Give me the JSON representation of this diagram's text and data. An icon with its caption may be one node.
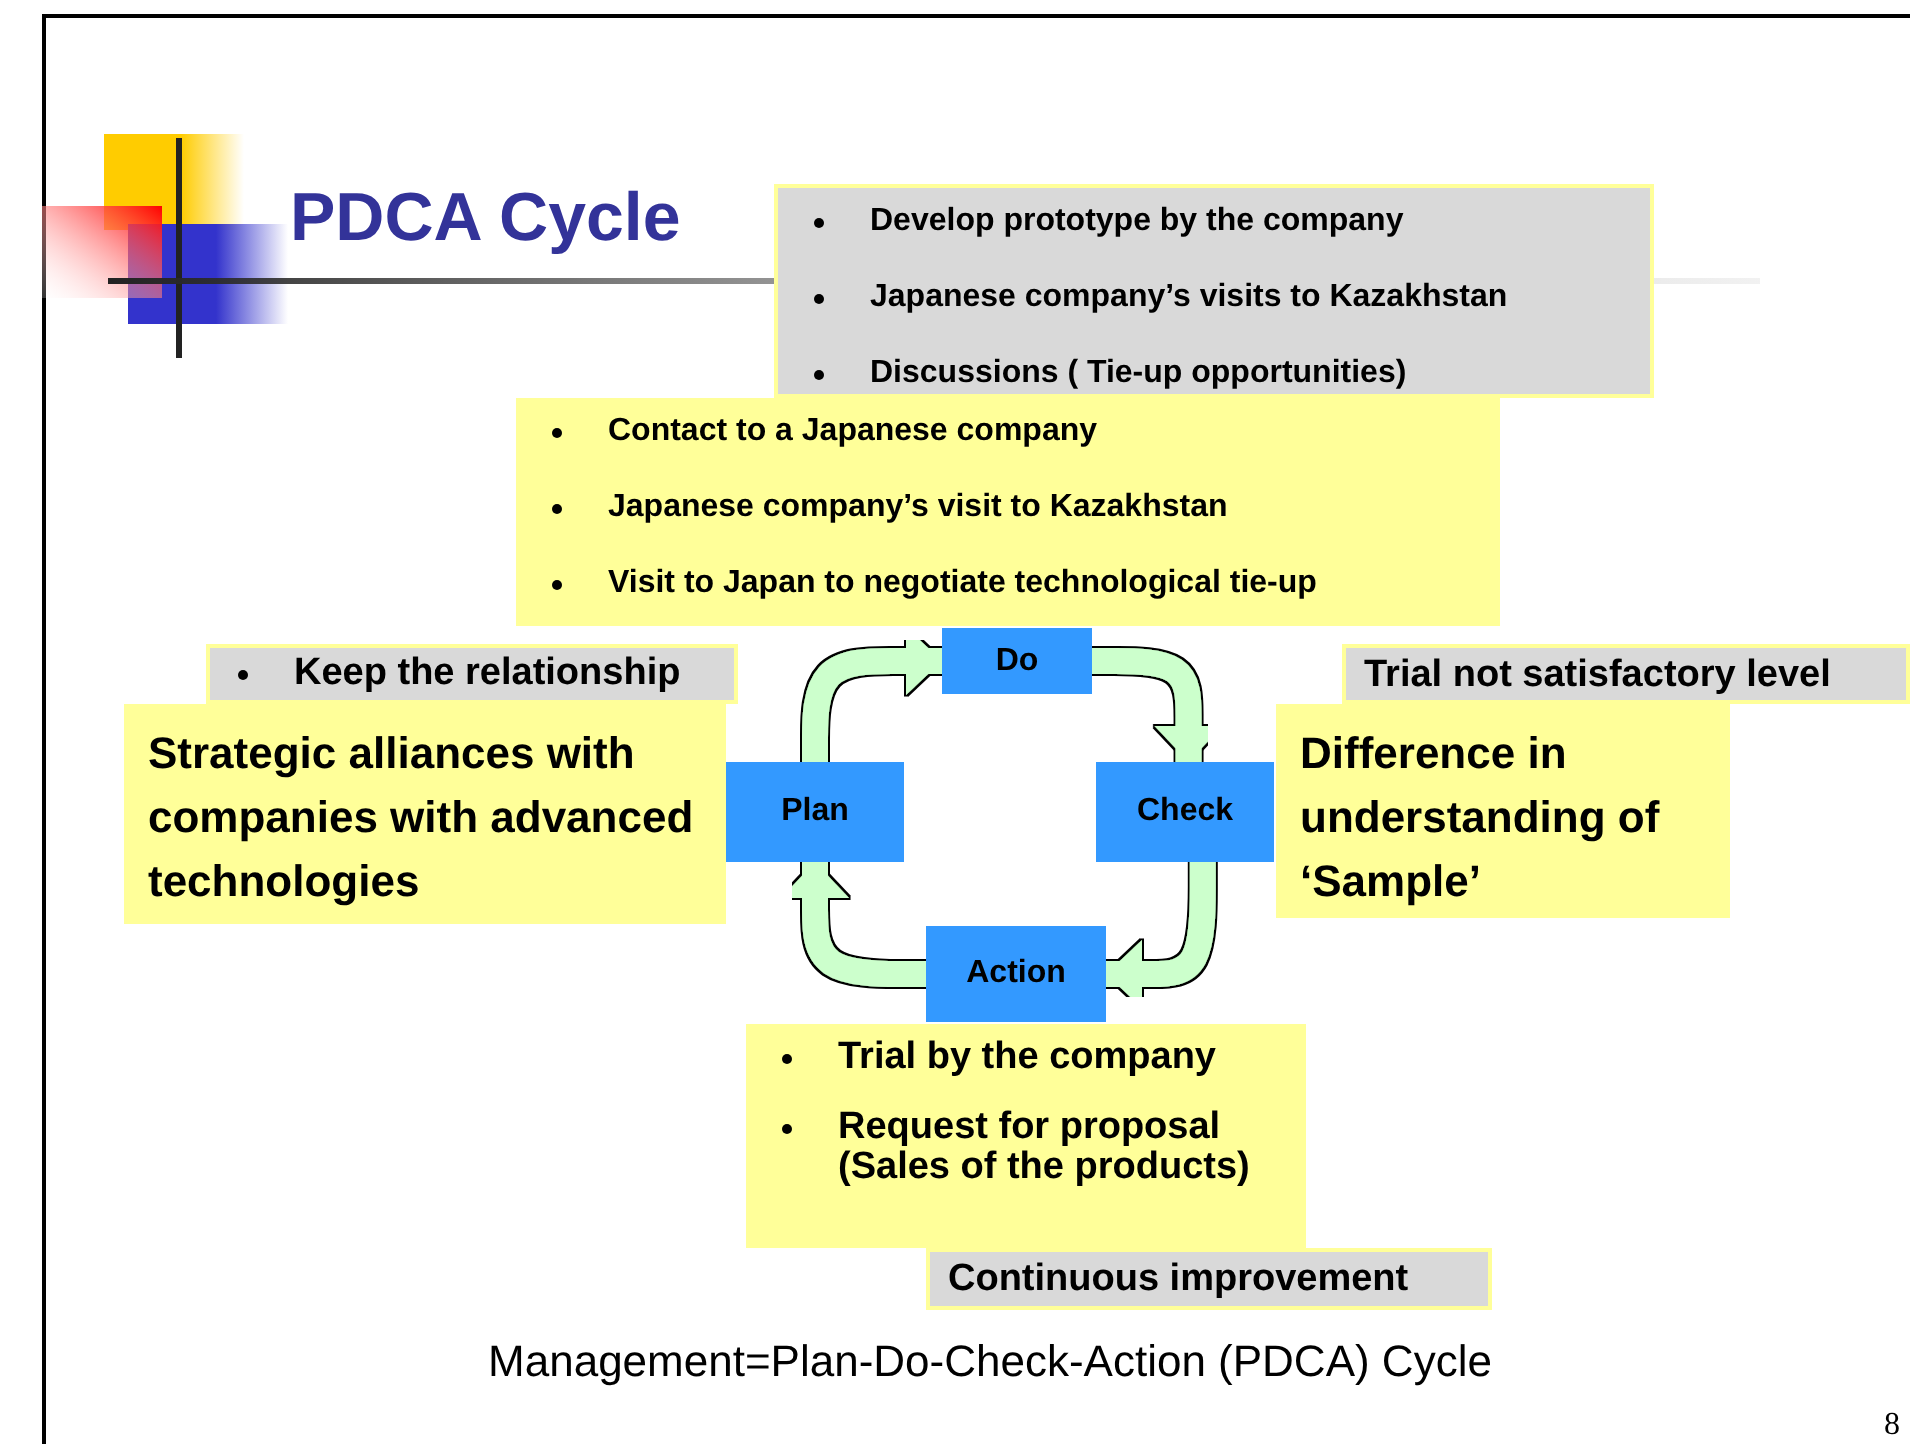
{
  "diagram": {
    "title": "PDCA Cycle",
    "caption": "Management=Plan-Do-Check-Action (PDCA) Cycle",
    "nodes": [
      {
        "text": [
          "Develop prototype by the company",
          "Japanese company’s visits to Kazakhstan",
          "Discussions ( Tie-up opportunities)"
        ]
      },
      {
        "text": [
          "Contact to a Japanese company",
          "Japanese company’s visit to Kazakhstan",
          "Visit to Japan to negotiate technological tie-up"
        ]
      },
      {
        "text": [
          "Keep the relationship"
        ]
      },
      {
        "text": [
          "Strategic alliances with companies with advanced technologies"
        ]
      },
      {
        "text": [
          "Do"
        ]
      },
      {
        "text": [
          "Trial not satisfactory level"
        ]
      },
      {
        "text": [
          "Difference in understanding of ‘Sample’"
        ]
      },
      {
        "text": [
          "Plan"
        ]
      },
      {
        "text": [
          "Check"
        ]
      },
      {
        "text": [
          "Action"
        ]
      },
      {
        "text": [
          "Trial by the company",
          "Request for proposal (Sales of the products)"
        ]
      },
      {
        "text": [
          "Continuous improvement"
        ]
      }
    ],
    "edges": [
      {
        "from": 7,
        "to": 4,
        "arrow": "to"
      },
      {
        "from": 4,
        "to": 8,
        "arrow": "to"
      },
      {
        "from": 8,
        "to": 9,
        "arrow": "to"
      },
      {
        "from": 9,
        "to": 7,
        "arrow": "to"
      }
    ],
    "labels": [
      "8"
    ]
  }
}
